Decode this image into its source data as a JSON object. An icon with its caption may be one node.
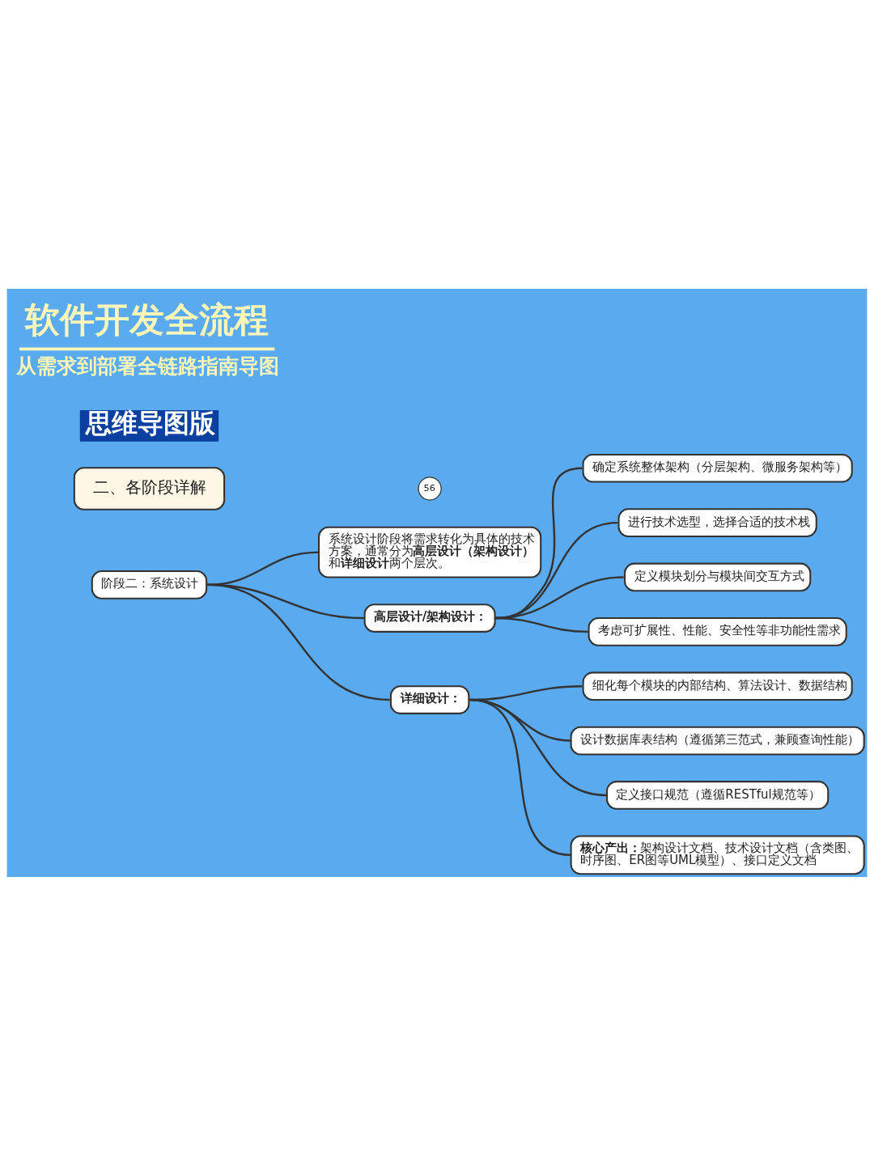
{
  "diagram": {
    "title": "软件开发全流程",
    "nodes": [
      {
        "text": [
          "思维导图版"
        ]
      },
      {
        "text": [
          "二、各阶段详解"
        ]
      },
      {
        "text": [
          "56"
        ]
      },
      {
        "text": [
          "阶段二：系统设计"
        ]
      },
      {
        "text": [
          "系统设计阶段将需求转化为具体的技术方案，通常分为**高层设计（架构设计）**和**详细设计**两个层次。"
        ]
      },
      {
        "text": [
          "高层设计/架构设计："
        ]
      },
      {
        "text": [
          "确定系统整体架构（分层架构、微服务架构等）"
        ]
      },
      {
        "text": [
          "进行技术选型，选择合适的技术栈"
        ]
      },
      {
        "text": [
          "定义模块划分与模块间交互方式"
        ]
      },
      {
        "text": [
          "考虑可扩展性、性能、安全性等非功能性需求"
        ]
      },
      {
        "text": [
          "详细设计："
        ]
      },
      {
        "text": [
          "细化每个模块的内部结构、算法设计、数据结构"
        ]
      },
      {
        "text": [
          "设计数据库表结构（遵循第三范式，兼顾查询性能）"
        ]
      },
      {
        "text": [
          "定义接口规范（遵循RESTful规范等）"
        ]
      },
      {
        "text": [
          "**核心产出：**架构设计文档、技术设计文档（含类图、时序图、ER图等UML模型）、接口定义文档"
        ]
      }
    ],
    "edges": [
      {
        "from": 3,
        "to": 4,
        "arrow": "none"
      },
      {
        "from": 3,
        "to": 5,
        "arrow": "none"
      },
      {
        "from": 3,
        "to": 10,
        "arrow": "none"
      },
      {
        "from": 5,
        "to": 6,
        "arrow": "none"
      },
      {
        "from": 5,
        "to": 7,
        "arrow": "none"
      },
      {
        "from": 5,
        "to": 8,
        "arrow": "none"
      },
      {
        "from": 5,
        "to": 9,
        "arrow": "none"
      },
      {
        "from": 10,
        "to": 11,
        "arrow": "none"
      },
      {
        "from": 10,
        "to": 12,
        "arrow": "none"
      },
      {
        "from": 10,
        "to": 13,
        "arrow": "none"
      },
      {
        "from": 10,
        "to": 14,
        "arrow": "none"
      }
    ],
    "labels": [
      "从需求到部署全链路指南导图"
    ]
  }
}
